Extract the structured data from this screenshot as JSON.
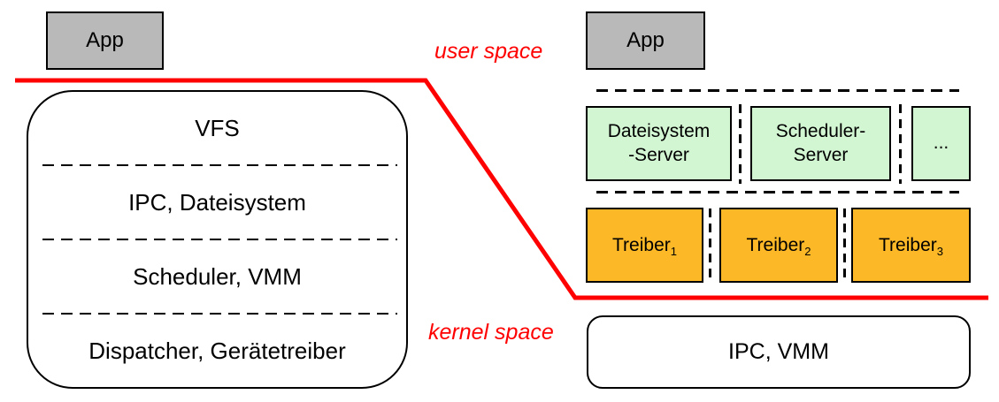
{
  "palette": {
    "red": "#ff0000",
    "gray_fill": "#b9b9b9",
    "green_fill": "#d2f5d2",
    "orange_fill": "#fdb827"
  },
  "boundary_labels": {
    "user_space": "user space",
    "kernel_space": "kernel space"
  },
  "left_system": {
    "app_label": "App",
    "kernel_box_layers": [
      "VFS",
      "IPC, Dateisystem",
      "Scheduler, VMM",
      "Dispatcher, Gerätetreiber"
    ]
  },
  "right_system": {
    "app_label": "App",
    "servers": [
      {
        "label": "Dateisystem\n-Server"
      },
      {
        "label": "Scheduler-\nServer"
      },
      {
        "label": "..."
      }
    ],
    "drivers": [
      {
        "label": "Treiber",
        "subscript": "1"
      },
      {
        "label": "Treiber",
        "subscript": "2"
      },
      {
        "label": "Treiber",
        "subscript": "3"
      }
    ],
    "kernel_box_label": "IPC, VMM"
  }
}
